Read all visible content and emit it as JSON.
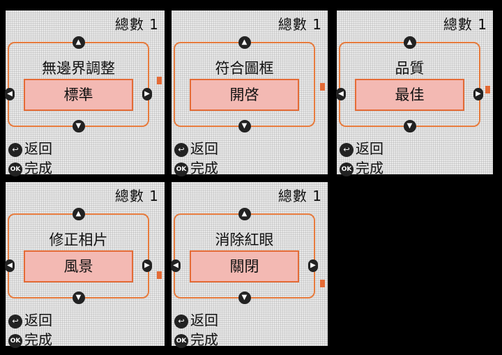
{
  "common": {
    "count_label": "總數 1",
    "back_label": "返回",
    "ok_label": "完成",
    "ok_icon_text": "OK",
    "icon_names": [
      "up-arrow-icon",
      "down-arrow-icon",
      "left-arrow-icon",
      "right-arrow-icon",
      "back-icon",
      "ok-icon"
    ],
    "accent_color": "#e46b36",
    "value_box_fill": "#f3b9b3"
  },
  "screens": [
    {
      "title": "無邊界調整",
      "value": "標準"
    },
    {
      "title": "符合圖框",
      "value": "開啓"
    },
    {
      "title": "品質",
      "value": "最佳"
    },
    {
      "title": "修正相片",
      "value": "風景"
    },
    {
      "title": "消除紅眼",
      "value": "關閉"
    }
  ]
}
